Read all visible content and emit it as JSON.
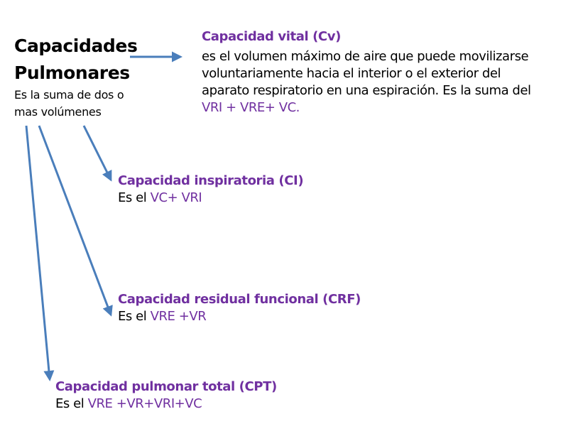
{
  "title": {
    "line1": "Capacidades",
    "line2": "Pulmonares",
    "subtitle_line1": "Es la suma de dos o",
    "subtitle_line2": "mas volúmenes"
  },
  "capacities": [
    {
      "heading": "Capacidad vital (Cv)",
      "body_lines": [
        "es el volumen máximo de aire que puede movilizarse",
        "voluntariamente hacia el interior o el exterior del",
        "aparato respiratorio en una espiración. Es la suma del"
      ],
      "formula": "VRI + VRE+ VC."
    },
    {
      "heading": "Capacidad inspiratoria (CI)",
      "prefix": "Es el",
      "formula": "VC+ VRI"
    },
    {
      "heading": "Capacidad residual funcional (CRF)",
      "prefix": "Es el",
      "formula": "VRE +VR"
    },
    {
      "heading": "Capacidad pulmonar total (CPT)",
      "prefix": "Es el",
      "formula": "VRE +VR+VRI+VC"
    }
  ],
  "colors": {
    "accent": "#7030a0",
    "arrow": "#4a7ebb",
    "text": "#000000",
    "background": "#ffffff"
  }
}
